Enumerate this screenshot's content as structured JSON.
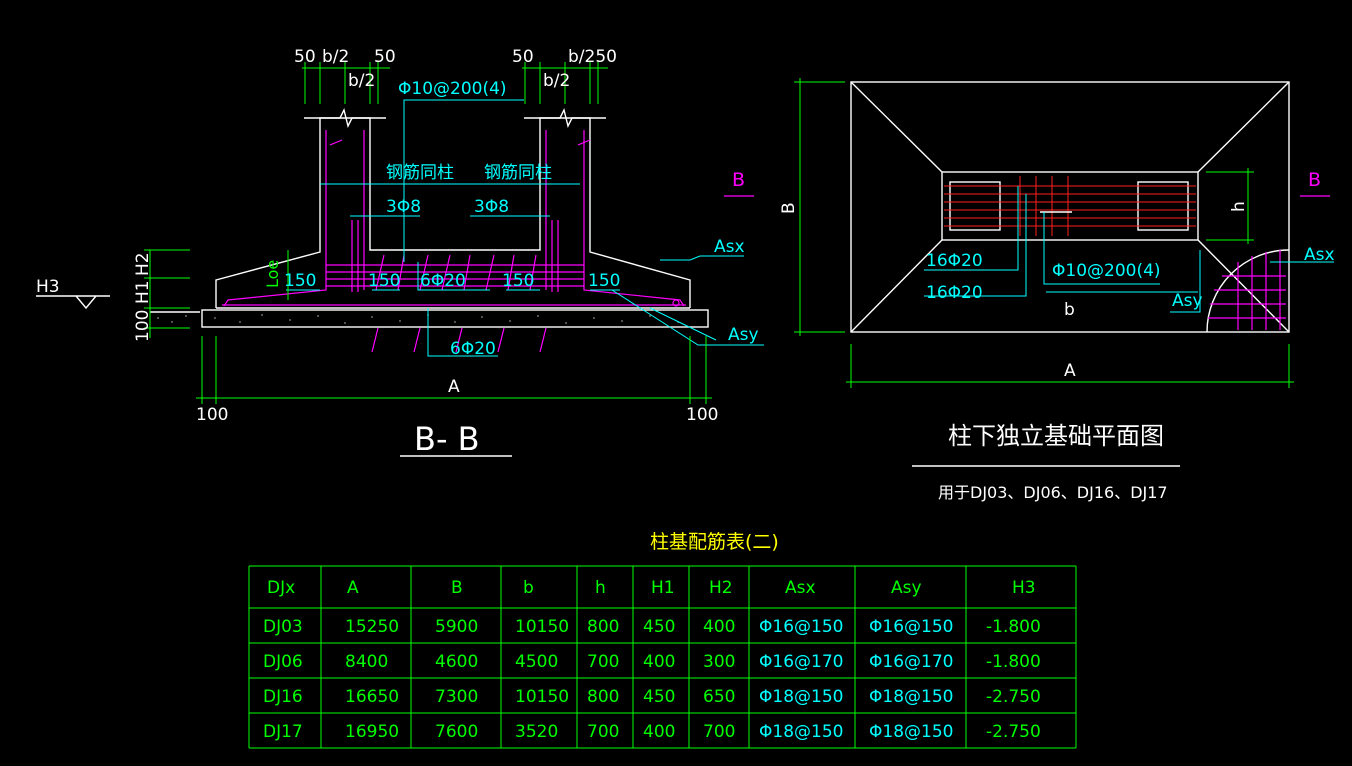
{
  "section": {
    "top_dims_left": [
      "50",
      "b/2",
      "50",
      "b/2"
    ],
    "top_dims_right": [
      "50",
      "b/250",
      "b/2"
    ],
    "stirrup_label": "Φ10@200(4)",
    "rebar_same_as_column": "钢筋同柱",
    "tie_3phi8": "3Φ8",
    "dim_150": "150",
    "bottom_6phi20": "6Φ20",
    "label_Loe": "Loe",
    "label_H2": "H2",
    "label_H1": "H1",
    "label_100": "100",
    "label_H3": "H3",
    "label_Asx": "Asx",
    "label_Asy": "Asy",
    "label_A": "A",
    "dim_100_left": "100",
    "dim_100_right": "100",
    "section_mark": "B",
    "title": "B- B"
  },
  "plan": {
    "label_B": "B",
    "label_h": "h",
    "label_b": "b",
    "label_A": "A",
    "top_16phi20": "16Φ20",
    "bottom_16phi20": "16Φ20",
    "stirrup_label": "Φ10@200(4)",
    "label_Asx": "Asx",
    "label_Asy": "Asy",
    "section_mark": "B",
    "title": "柱下独立基础平面图",
    "subtitle": "用于DJ03、DJ06、DJ16、DJ17"
  },
  "table": {
    "title": "柱基配筋表(二)",
    "headers": [
      "DJx",
      "A",
      "B",
      "b",
      "h",
      "H1",
      "H2",
      "Asx",
      "Asy",
      "H3"
    ],
    "rows": [
      [
        "DJ03",
        "15250",
        "5900",
        "10150",
        "800",
        "450",
        "400",
        "Φ16@150",
        "Φ16@150",
        "-1.800"
      ],
      [
        "DJ06",
        "8400",
        "4600",
        "4500",
        "700",
        "400",
        "300",
        "Φ16@170",
        "Φ16@170",
        "-1.800"
      ],
      [
        "DJ16",
        "16650",
        "7300",
        "10150",
        "800",
        "450",
        "650",
        "Φ18@150",
        "Φ18@150",
        "-2.750"
      ],
      [
        "DJ17",
        "16950",
        "7600",
        "3520",
        "700",
        "400",
        "700",
        "Φ18@150",
        "Φ18@150",
        "-2.750"
      ]
    ]
  }
}
